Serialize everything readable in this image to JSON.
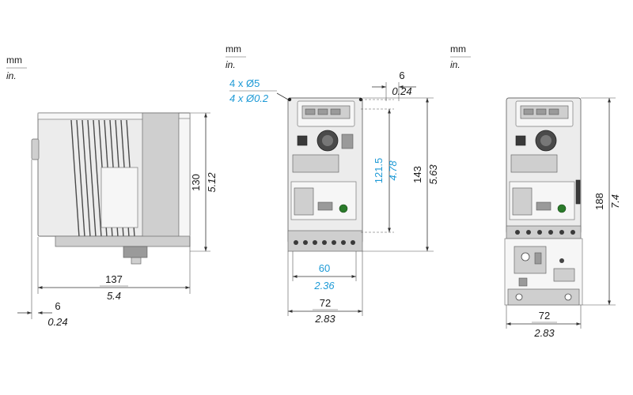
{
  "units": {
    "primary": "mm",
    "secondary": "in."
  },
  "views": {
    "side": {
      "height_mm": "130",
      "height_in": "5.12",
      "depth_mm": "137",
      "depth_in": "5.4",
      "offset_mm": "6",
      "offset_in": "0.24"
    },
    "front": {
      "holes_mm": "4 x Ø5",
      "holes_in": "4 x Ø0.2",
      "top_offset_mm": "6",
      "top_offset_in": "0.24",
      "hole_spacing_v_mm": "121.5",
      "hole_spacing_v_in": "4.78",
      "height_mm": "143",
      "height_in": "5.63",
      "hole_spacing_h_mm": "60",
      "hole_spacing_h_in": "2.36",
      "width_mm": "72",
      "width_in": "2.83"
    },
    "front_with_plate": {
      "height_mm": "188",
      "height_in": "7.4",
      "width_mm": "72",
      "width_in": "2.83"
    }
  },
  "colors": {
    "imperial_highlight": "#1e9ad6",
    "outline": "#6d6d6d"
  }
}
